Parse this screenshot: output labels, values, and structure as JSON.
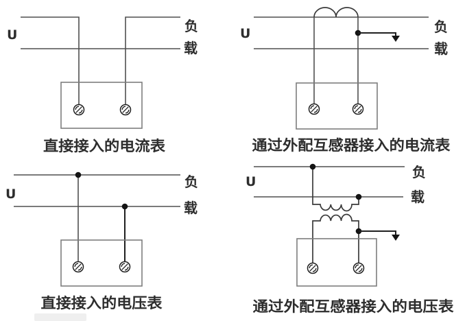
{
  "colors": {
    "wire": "#4f4f4f",
    "wireDark": "#1f1f1f",
    "coil": "#3a3a3a",
    "boxBorder": "#7d7d7d",
    "dot": "#141414",
    "text": "#2d2d2d",
    "background": "#ffffff"
  },
  "diagrams": [
    {
      "caption": "直接接入的电流表",
      "u": "U",
      "load_top": "负",
      "load_bottom": "载"
    },
    {
      "caption": "通过外配互感器接入的电流表",
      "u": "U",
      "load_top": "负",
      "load_bottom": "载"
    },
    {
      "caption": "直接接入的电压表",
      "u": "U",
      "load_top": "负",
      "load_bottom": "载"
    },
    {
      "caption": "通过外配互感器接入的电压表",
      "u": "U",
      "load_top": "负",
      "load_bottom": "载"
    }
  ]
}
